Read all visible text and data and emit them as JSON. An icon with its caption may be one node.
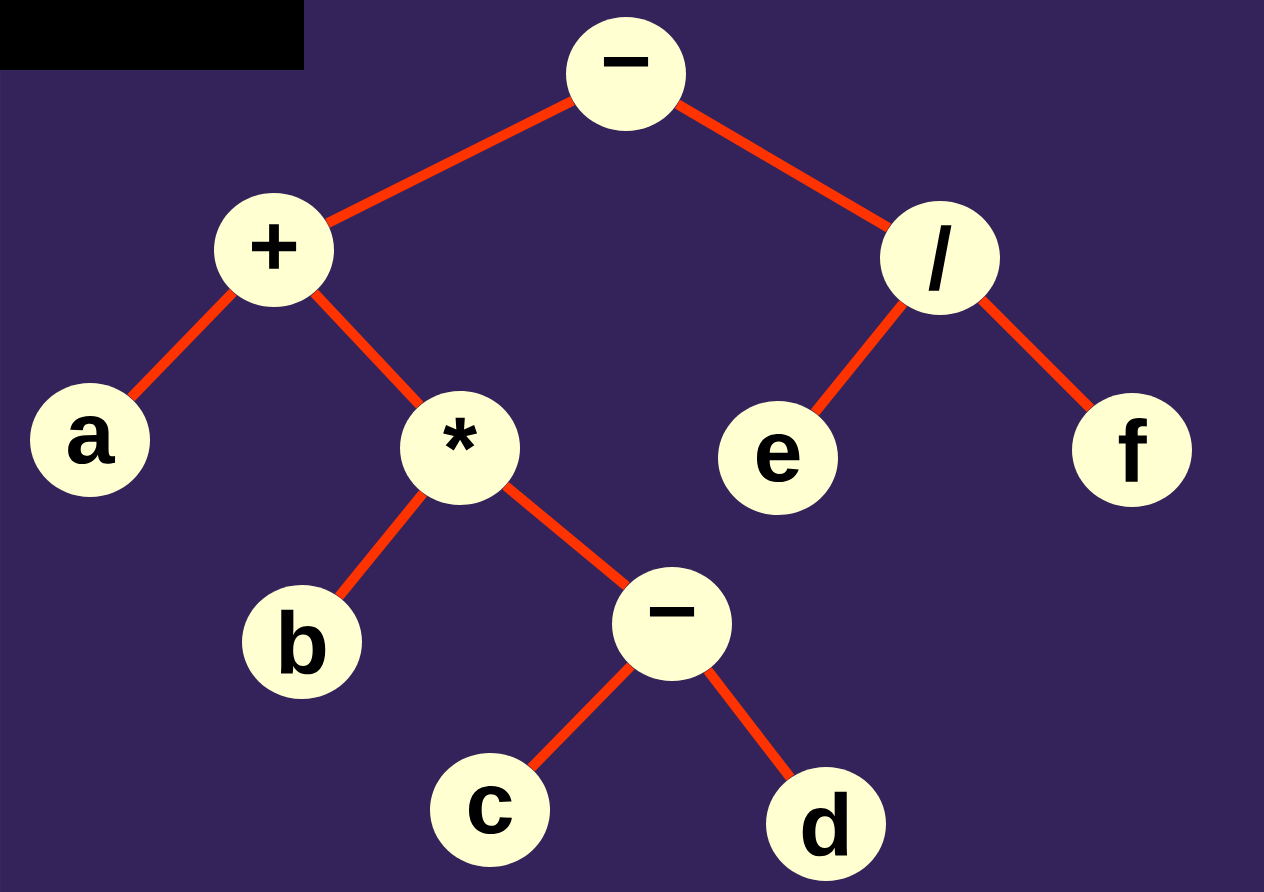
{
  "diagram": {
    "nodes": [
      {
        "text": [
          "−"
        ]
      },
      {
        "text": [
          "+"
        ]
      },
      {
        "text": [
          "/"
        ]
      },
      {
        "text": [
          "a"
        ]
      },
      {
        "text": [
          "*"
        ]
      },
      {
        "text": [
          "e"
        ]
      },
      {
        "text": [
          "f"
        ]
      },
      {
        "text": [
          "b"
        ]
      },
      {
        "text": [
          "−"
        ]
      },
      {
        "text": [
          "c"
        ]
      },
      {
        "text": [
          "d"
        ]
      }
    ],
    "edges": [
      {
        "from": 0,
        "to": 1,
        "arrow": "none"
      },
      {
        "from": 0,
        "to": 2,
        "arrow": "none"
      },
      {
        "from": 1,
        "to": 3,
        "arrow": "none"
      },
      {
        "from": 1,
        "to": 4,
        "arrow": "none"
      },
      {
        "from": 2,
        "to": 5,
        "arrow": "none"
      },
      {
        "from": 2,
        "to": 6,
        "arrow": "none"
      },
      {
        "from": 4,
        "to": 7,
        "arrow": "none"
      },
      {
        "from": 4,
        "to": 8,
        "arrow": "none"
      },
      {
        "from": 8,
        "to": 9,
        "arrow": "none"
      },
      {
        "from": 8,
        "to": 10,
        "arrow": "none"
      }
    ]
  }
}
